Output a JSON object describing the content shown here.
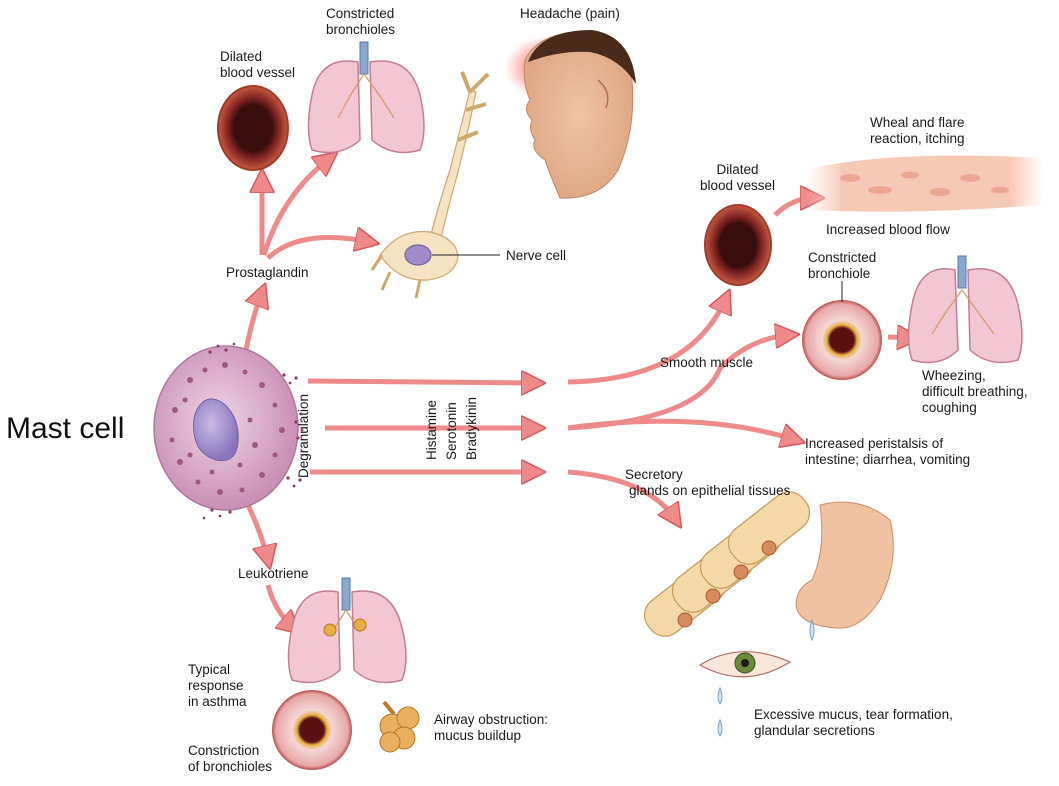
{
  "title": "Mast cell",
  "labels": {
    "dilated_vessel_top": [
      "Dilated",
      "blood vessel"
    ],
    "constricted_bronchioles_top": [
      "Constricted",
      "bronchioles"
    ],
    "headache": "Headache (pain)",
    "prostaglandin": "Prostaglandin",
    "nerve_cell": "Nerve cell",
    "degranulation": "Degranulation",
    "mediators": [
      "Histamine",
      "Serotonin",
      "Bradykinin"
    ],
    "wheal": [
      "Wheal and flare",
      "reaction, itching"
    ],
    "dilated_vessel_right": [
      "Dilated",
      "blood vessel"
    ],
    "increased_blood_flow": "Increased blood flow",
    "constricted_bronchiole_right": [
      "Constricted",
      "bronchiole"
    ],
    "smooth_muscle": "Smooth muscle",
    "wheezing": [
      "Wheezing,",
      "difficult breathing,",
      "coughing"
    ],
    "peristalsis": [
      "Increased peristalsis of",
      "intestine; diarrhea, vomiting"
    ],
    "secretory": [
      "Secretory",
      "glands on epithelial tissues"
    ],
    "leukotriene": "Leukotriene",
    "typical_response": [
      "Typical",
      "response",
      "in asthma"
    ],
    "constriction_bronchioles": [
      "Constriction",
      "of bronchioles"
    ],
    "airway_obstruction": [
      "Airway obstruction:",
      "mucus buildup"
    ],
    "excessive_mucus": [
      "Excessive mucus, tear formation,",
      "glandular secretions"
    ]
  },
  "colors": {
    "arrow": "#ef8a8a",
    "arrow_edge": "#d45a5a",
    "vessel": "#c0503a",
    "lung": "#f2c6d2",
    "cell": "#d9a6c6",
    "nucleus": "#9f8cc8",
    "nerve": "#f6e3c2",
    "skin": "#f3b9a5"
  }
}
